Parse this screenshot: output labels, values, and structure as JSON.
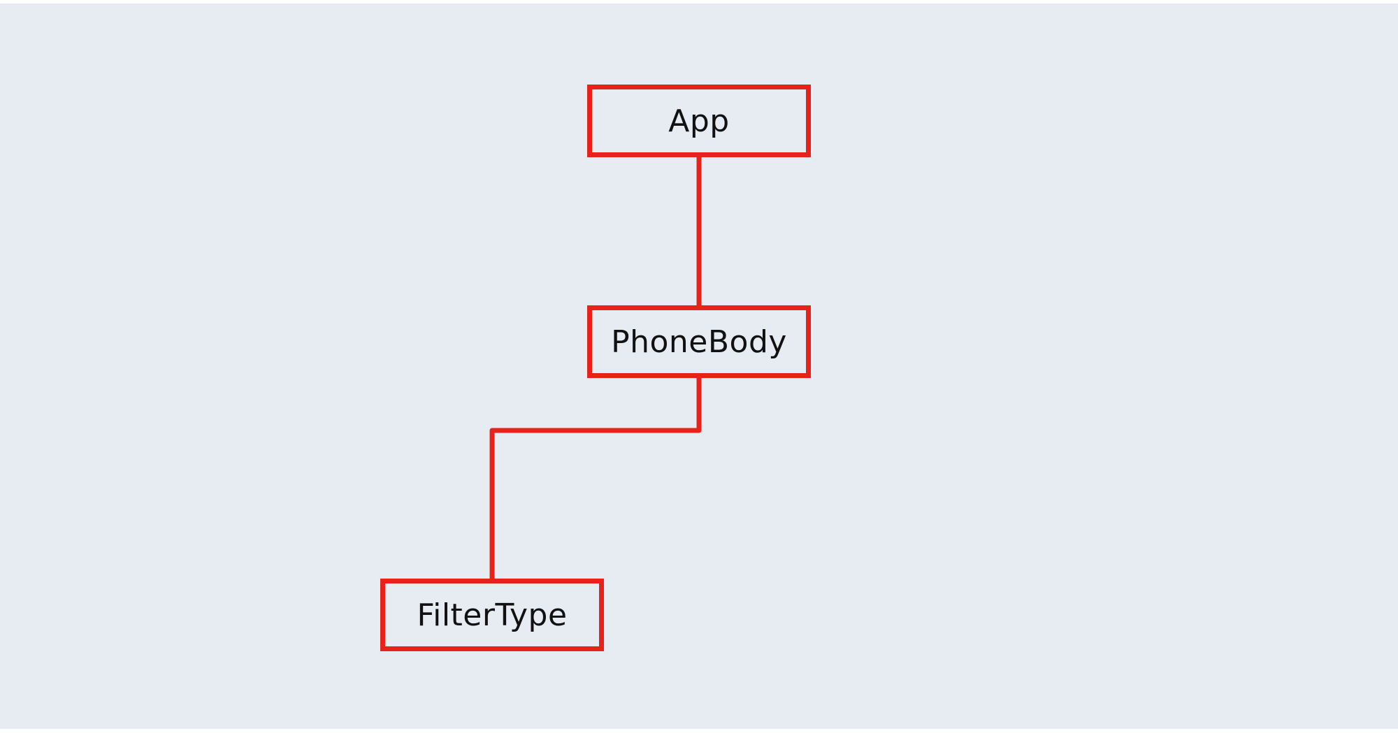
{
  "diagram": {
    "type": "tree",
    "line_color": "#e8221b",
    "background_color": "#e7ecf3",
    "nodes": [
      {
        "id": "app",
        "label": "App"
      },
      {
        "id": "phonebody",
        "label": "PhoneBody"
      },
      {
        "id": "filtertype",
        "label": "FilterType"
      }
    ],
    "edges": [
      {
        "from": "app",
        "to": "phonebody"
      },
      {
        "from": "phonebody",
        "to": "filtertype"
      }
    ]
  }
}
